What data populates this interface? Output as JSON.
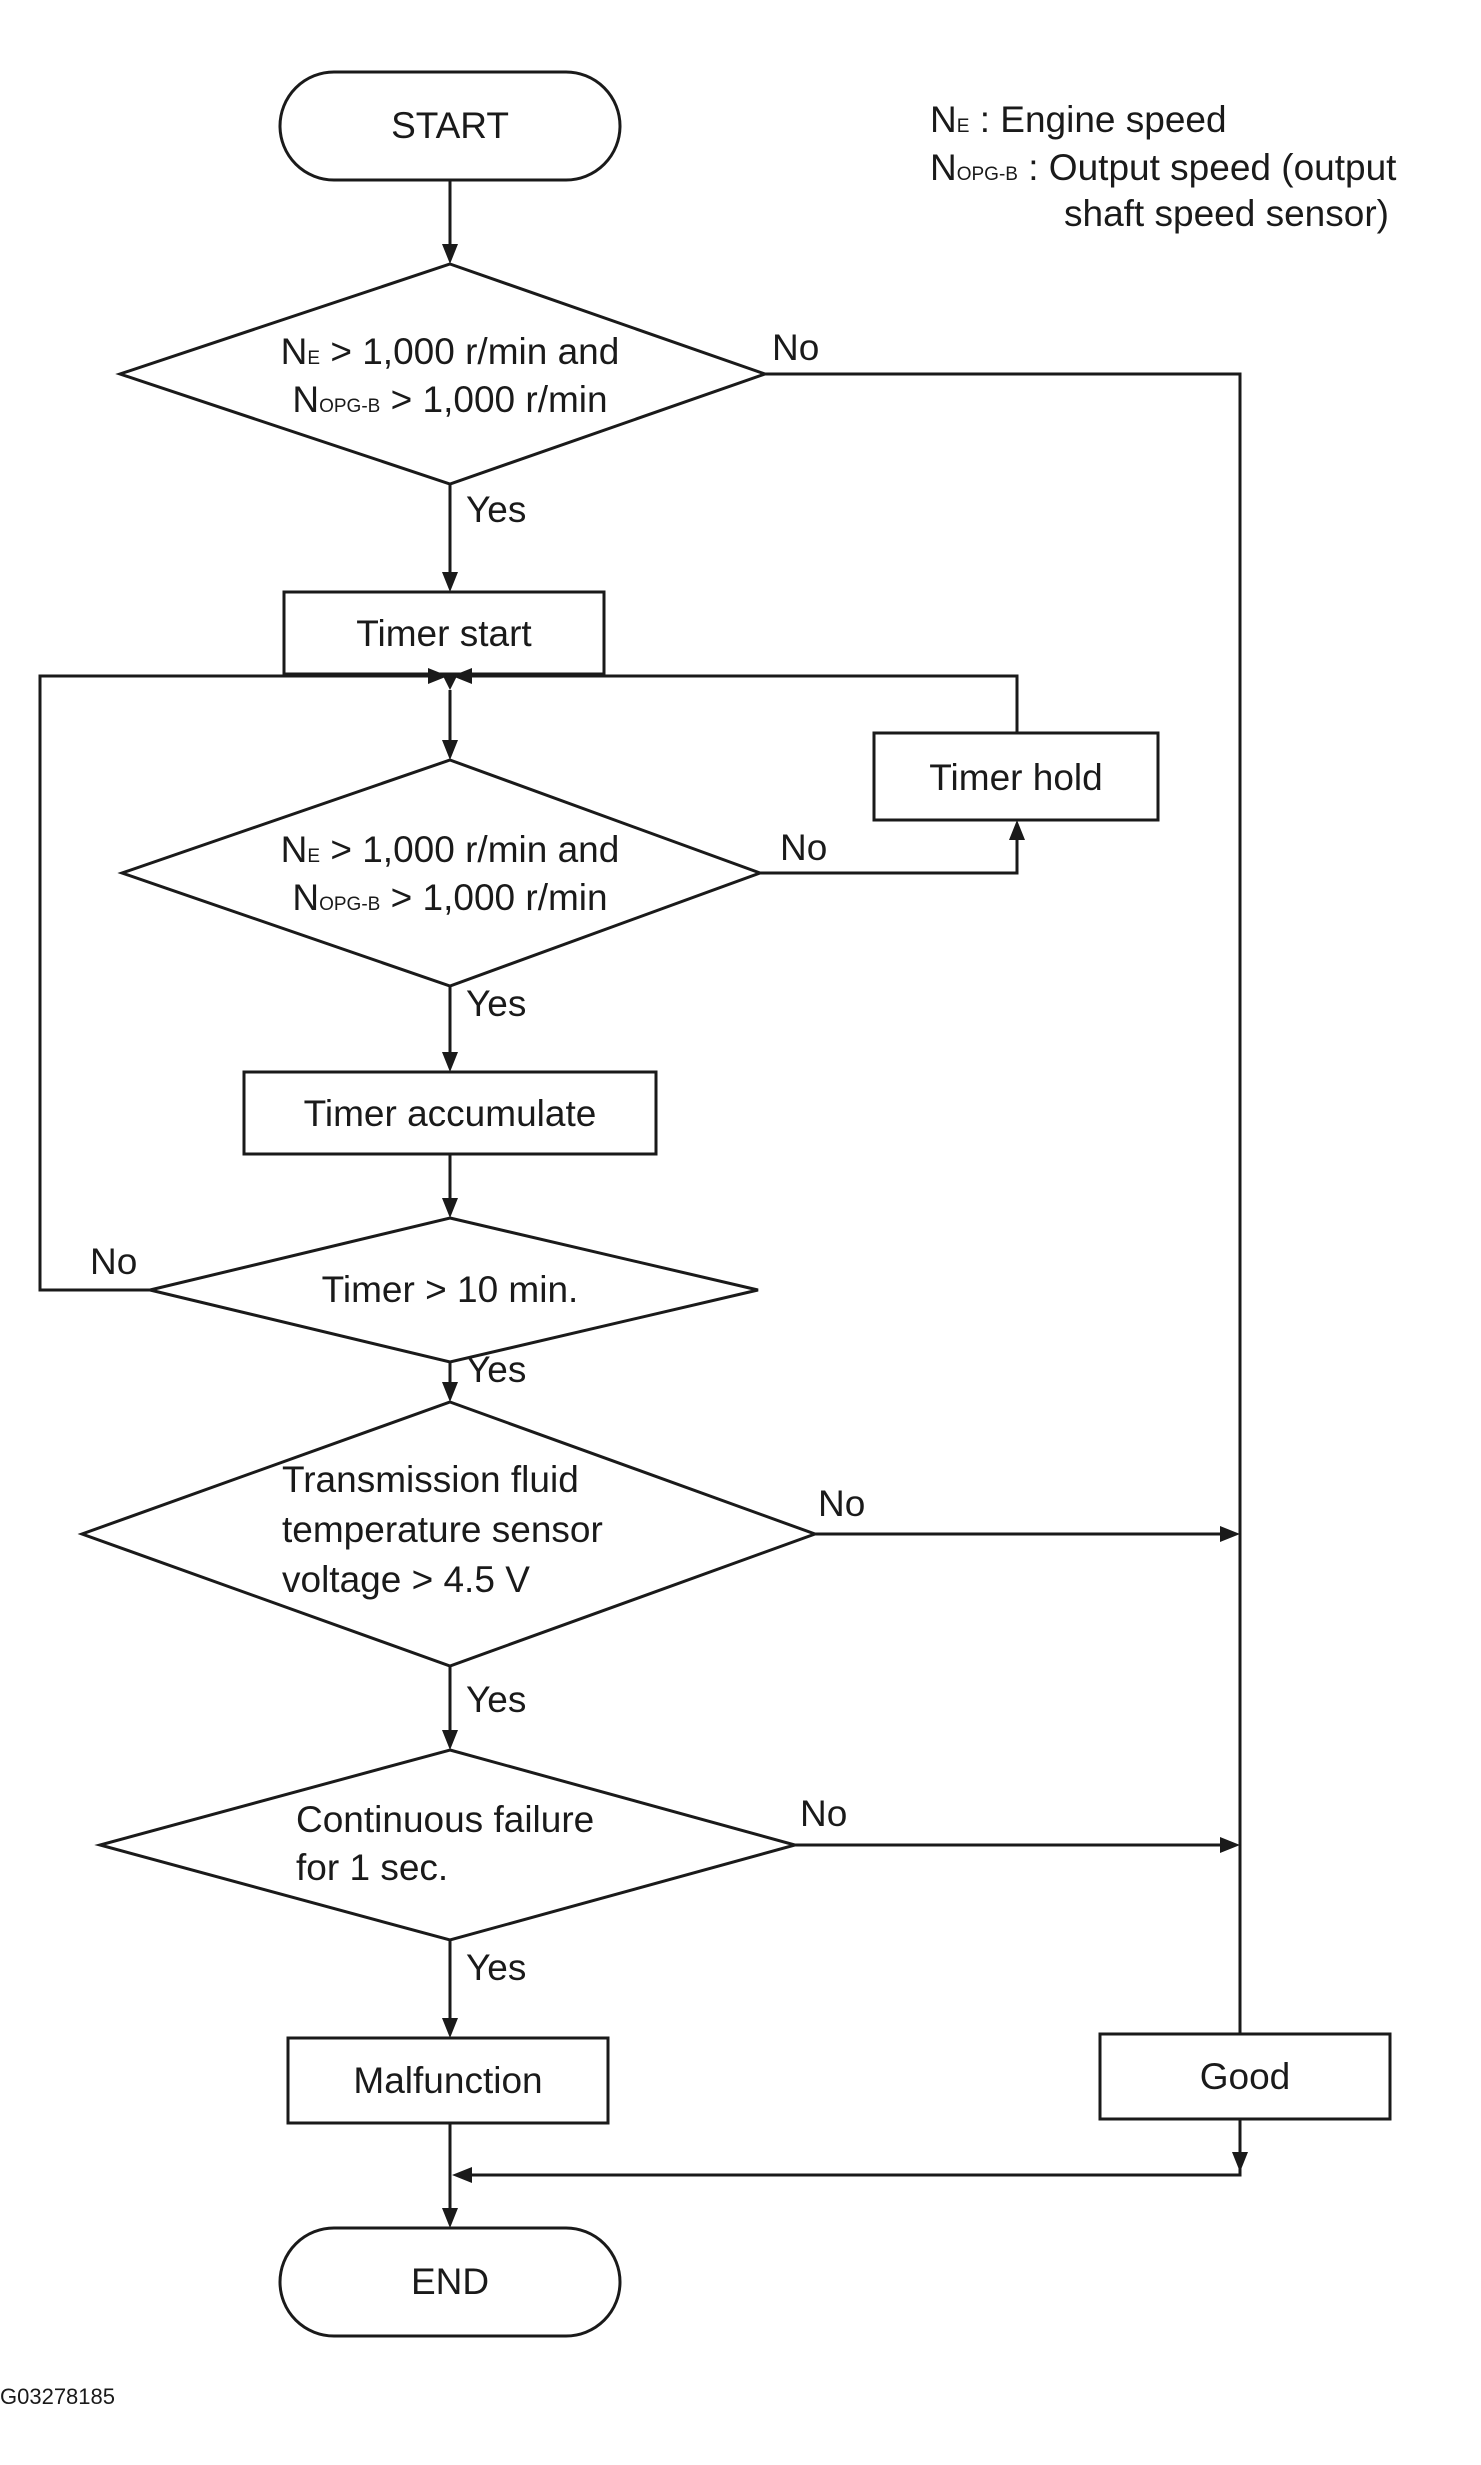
{
  "nodes": {
    "start": "START",
    "check1": {
      "line1_n": "N",
      "line1_sub": "E",
      "line1_rest": " > 1,000 r/min and",
      "line2_n": "N",
      "line2_sub": "OPG-B",
      "line2_rest": " > 1,000 r/min"
    },
    "timer_start": "Timer start",
    "check2": {
      "line1_n": "N",
      "line1_sub": "E",
      "line1_rest": " > 1,000 r/min and",
      "line2_n": "N",
      "line2_sub": "OPG-B",
      "line2_rest": " > 1,000 r/min"
    },
    "timer_hold": "Timer hold",
    "timer_accumulate": "Timer accumulate",
    "check_timer": "Timer > 10 min.",
    "check_voltage": {
      "line1": "Transmission fluid",
      "line2": "temperature sensor",
      "line3": "voltage > 4.5 V"
    },
    "check_continuous": {
      "line1": "Continuous failure",
      "line2": "for 1 sec."
    },
    "malfunction": "Malfunction",
    "good": "Good",
    "end": "END"
  },
  "edge_labels": {
    "yes": "Yes",
    "no": "No"
  },
  "legend": {
    "ne_n": "N",
    "ne_sub": "E",
    "ne_text": " : Engine speed",
    "nopg_n": "N",
    "nopg_sub": "OPG-B",
    "nopg_text": " : Output speed (output",
    "nopg_text2": "shaft speed sensor)"
  },
  "figure_code": "G03278185"
}
